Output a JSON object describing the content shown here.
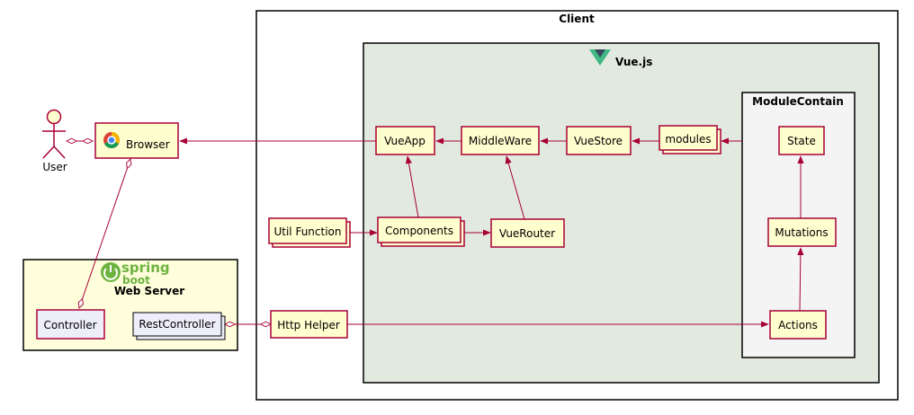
{
  "client": {
    "title": "Client"
  },
  "vue": {
    "title": "Vue.js"
  },
  "module_container": {
    "title": "ModuleContain"
  },
  "web_server": {
    "logo_text_1": "spring",
    "logo_text_2": "boot",
    "title": "Web Server"
  },
  "actor": {
    "label": "User"
  },
  "nodes": {
    "browser": "Browser",
    "controller": "Controller",
    "rest_controller": "RestController",
    "http_helper": "Http Helper",
    "util_function": "Util Function",
    "vueapp": "VueApp",
    "middleware": "MiddleWare",
    "vuestore": "VueStore",
    "modules": "modules",
    "components": "Components",
    "vuerouter": "VueRouter",
    "state": "State",
    "mutations": "Mutations",
    "actions": "Actions"
  },
  "colors": {
    "border": "#A80036",
    "node_fill": "#FEFECE",
    "vue_bg": "#E2EADF",
    "module_bg": "#F4F4F4",
    "web_bg": "#FEFEDB",
    "component_fill": "#EEEEFB",
    "spring_green": "#6DB33F",
    "vue_green": "#41B883",
    "vue_dark": "#35495E"
  }
}
